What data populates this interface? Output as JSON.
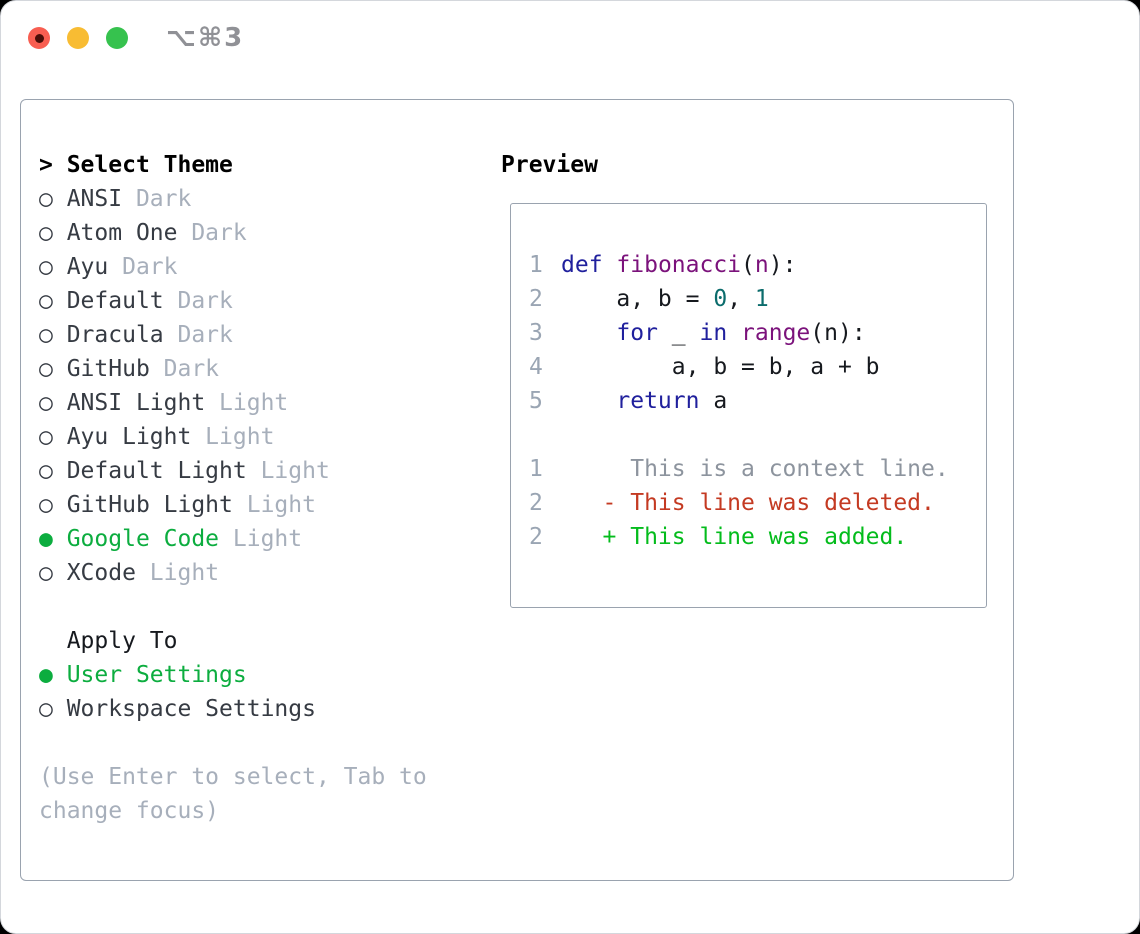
{
  "titlebar": {
    "title": "⌥⌘3"
  },
  "glyphs": {
    "focus_caret": ">",
    "radio_unselected": "○",
    "radio_selected": "●"
  },
  "select_theme": {
    "header_prefix": ">",
    "header_label": "Select Theme",
    "items": [
      {
        "name": "ANSI",
        "variant": "Dark",
        "selected": false
      },
      {
        "name": "Atom One",
        "variant": "Dark",
        "selected": false
      },
      {
        "name": "Ayu",
        "variant": "Dark",
        "selected": false
      },
      {
        "name": "Default",
        "variant": "Dark",
        "selected": false
      },
      {
        "name": "Dracula",
        "variant": "Dark",
        "selected": false
      },
      {
        "name": "GitHub",
        "variant": "Dark",
        "selected": false
      },
      {
        "name": "ANSI Light",
        "variant": "Light",
        "selected": false
      },
      {
        "name": "Ayu Light",
        "variant": "Light",
        "selected": false
      },
      {
        "name": "Default Light",
        "variant": "Light",
        "selected": false
      },
      {
        "name": "GitHub Light",
        "variant": "Light",
        "selected": false
      },
      {
        "name": "Google Code",
        "variant": "Light",
        "selected": true
      },
      {
        "name": "XCode",
        "variant": "Light",
        "selected": false
      }
    ]
  },
  "apply_to": {
    "label": "Apply To",
    "options": [
      {
        "name": "User Settings",
        "selected": true
      },
      {
        "name": "Workspace Settings",
        "selected": false
      }
    ]
  },
  "hint": {
    "line1": "(Use Enter to select, Tab to",
    "line2": "change focus)"
  },
  "preview": {
    "label": "Preview",
    "lines": [
      {
        "no": "1",
        "tokens": [
          [
            "kw",
            "def"
          ],
          [
            "pl",
            " "
          ],
          [
            "fn",
            "fibonacci"
          ],
          [
            "pl",
            "("
          ],
          [
            "fn",
            "n"
          ],
          [
            "pl",
            "):"
          ]
        ]
      },
      {
        "no": "2",
        "tokens": [
          [
            "pl",
            "    a, b = "
          ],
          [
            "lit",
            "0"
          ],
          [
            "pl",
            ", "
          ],
          [
            "lit",
            "1"
          ]
        ]
      },
      {
        "no": "3",
        "tokens": [
          [
            "pl",
            "    "
          ],
          [
            "kw",
            "for"
          ],
          [
            "pl",
            " _ "
          ],
          [
            "kw",
            "in"
          ],
          [
            "pl",
            " "
          ],
          [
            "fn",
            "range"
          ],
          [
            "pl",
            "(n):"
          ]
        ]
      },
      {
        "no": "4",
        "tokens": [
          [
            "pl",
            "        a, b = b, a + b"
          ]
        ]
      },
      {
        "no": "5",
        "tokens": [
          [
            "pl",
            "    "
          ],
          [
            "kw",
            "return"
          ],
          [
            "pl",
            " a"
          ]
        ]
      },
      {
        "no": "",
        "tokens": []
      },
      {
        "no": "1",
        "tokens": [
          [
            "ctx",
            "     This is a context line."
          ]
        ]
      },
      {
        "no": "2",
        "tokens": [
          [
            "del",
            "   - This line was deleted."
          ]
        ]
      },
      {
        "no": "2",
        "tokens": [
          [
            "add",
            "   + This line was added."
          ]
        ]
      }
    ]
  },
  "colors": {
    "window_bg": "#ffffff",
    "border": "#9aa3af",
    "header_text": "#000000",
    "item_text": "#363b43",
    "variant_text": "#a7afbb",
    "hint_text": "#a7afbb",
    "selected_green": "#0cad3f",
    "line_number": "#9aa5b3",
    "code_keyword": "#20209d",
    "code_function": "#7b127b",
    "code_literal": "#0b6c6c",
    "code_plain": "#16191e",
    "diff_context": "#8d949e",
    "diff_deleted": "#c43a22",
    "diff_added": "#04bc1c",
    "title_text": "#909196",
    "traffic_red": "#f85e51",
    "traffic_red_dot": "#4a0e08",
    "traffic_yellow": "#f8bc33",
    "traffic_green": "#36c24e"
  }
}
